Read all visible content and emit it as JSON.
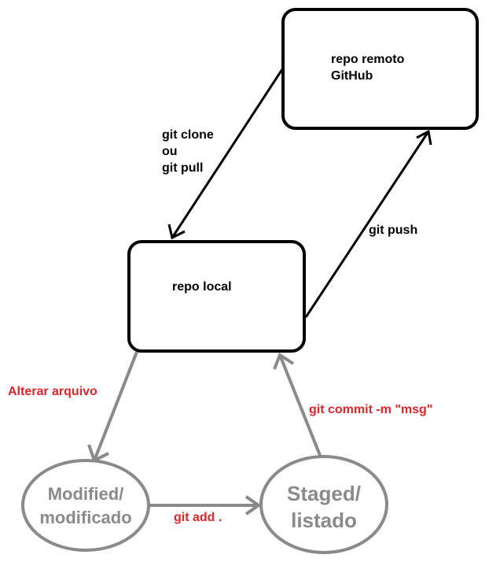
{
  "nodes": {
    "remote": {
      "line1": "repo remoto",
      "line2": "GitHub"
    },
    "local": {
      "label": "repo local"
    },
    "modified": {
      "line1": "Modified/",
      "line2": "modificado"
    },
    "staged": {
      "line1": "Staged/",
      "line2": "listado"
    }
  },
  "edges": {
    "clone_pull": {
      "line1": "git clone",
      "line2": "ou",
      "line3": "git pull"
    },
    "push": {
      "label": "git push"
    },
    "alter": {
      "label": "Alterar arquivo"
    },
    "add": {
      "label": "git add ."
    },
    "commit": {
      "label": "git commit -m \"msg\""
    }
  },
  "colors": {
    "black": "#000000",
    "grey": "#8a8a8a",
    "red": "#e0252a"
  }
}
